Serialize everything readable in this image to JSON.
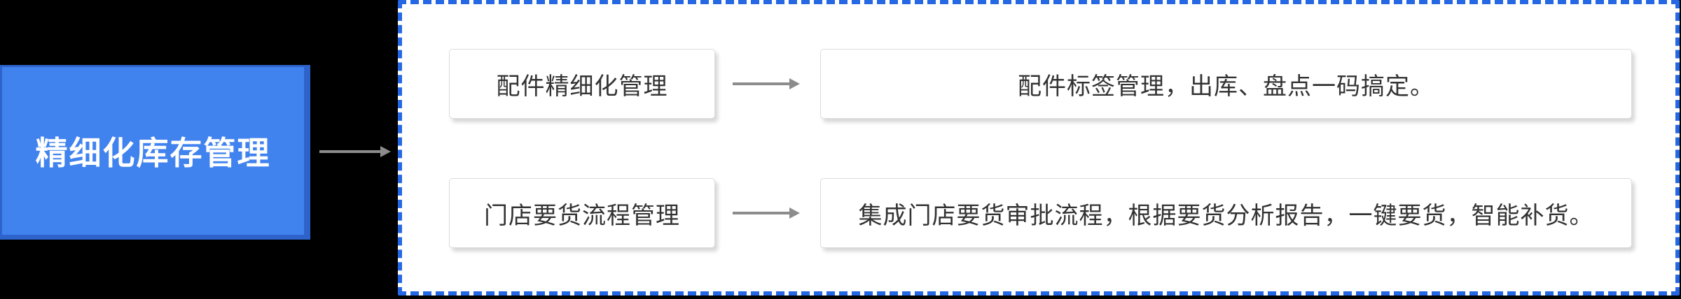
{
  "root": {
    "label": "精细化库存管理"
  },
  "rows": [
    {
      "label": "配件精细化管理",
      "description": "配件标签管理，出库、盘点一码搞定。"
    },
    {
      "label": "门店要货流程管理",
      "description": "集成门店要货审批流程，根据要货分析报告，一键要货，智能补货。"
    }
  ],
  "colors": {
    "canvas_background": "#000000",
    "root_node_fill": "#4183ee",
    "root_node_edge": "#2e63cb",
    "root_node_text": "#ffffff",
    "group_border": "#2668e4",
    "group_background": "#ffffff",
    "card_border": "#dcdcdc",
    "card_text": "#333333",
    "arrow": "#8c8c8c"
  }
}
